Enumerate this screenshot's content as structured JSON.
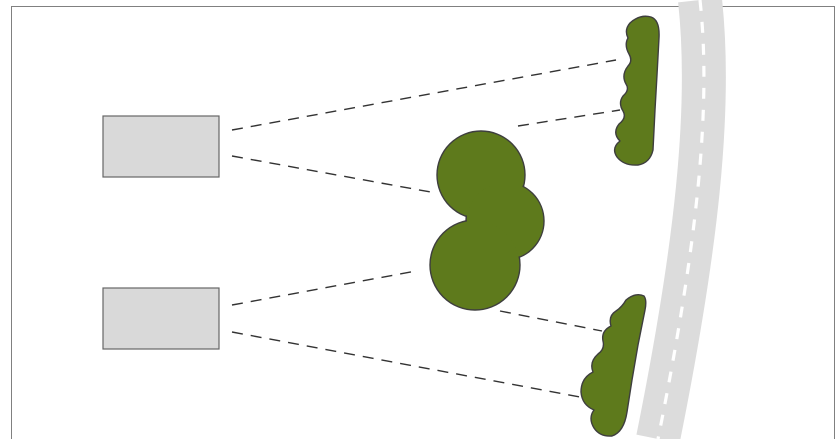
{
  "diagram": {
    "elements": {
      "buildings": [
        "building",
        "building"
      ],
      "trees": [
        "roadside-shrub",
        "central-tree",
        "roadside-shrub"
      ],
      "road": "curved-road",
      "sight_lines": 6
    }
  },
  "colors": {
    "background": "#ffffff",
    "frame": "#808080",
    "building_fill": "#d9d9d9",
    "building_stroke": "#666666",
    "vegetation_fill": "#5e7a1c",
    "vegetation_stroke": "#3e3e3e",
    "road_fill": "#dcdcdc",
    "road_marking": "#ffffff",
    "sightline": "#333333"
  }
}
